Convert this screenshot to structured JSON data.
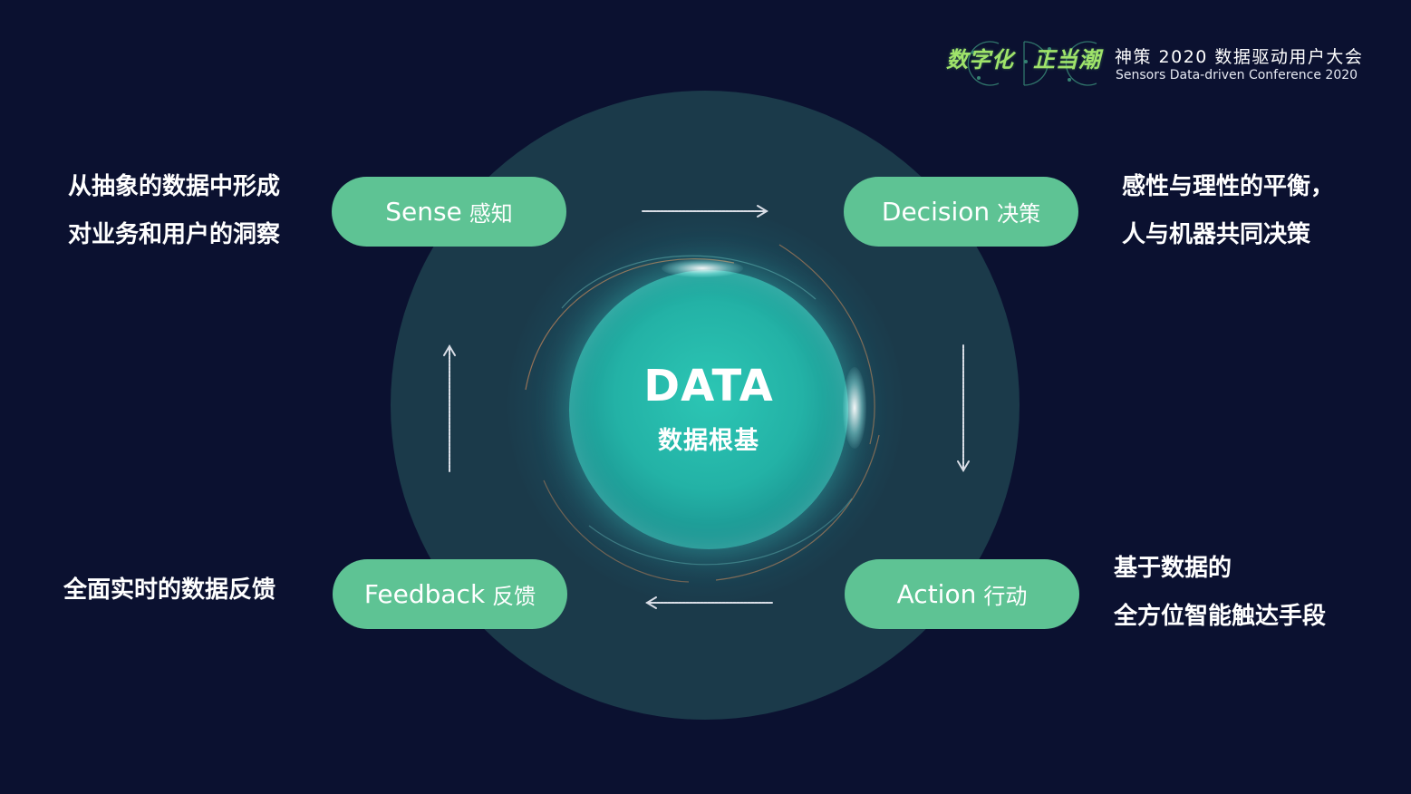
{
  "header": {
    "logo_word_1": "数字化",
    "logo_word_2": "正当潮",
    "conference_title": "神策 2020 数据驱动用户大会",
    "conference_subtitle": "Sensors Data-driven Conference 2020"
  },
  "center": {
    "title": "DATA",
    "subtitle": "数据根基"
  },
  "stages": {
    "sense": {
      "label_en": "Sense",
      "label_cn": "感知",
      "description": [
        "从抽象的数据中形成",
        "对业务和用户的洞察"
      ]
    },
    "decision": {
      "label_en": "Decision",
      "label_cn": "决策",
      "description": [
        "感性与理性的平衡，",
        "人与机器共同决策"
      ]
    },
    "action": {
      "label_en": "Action",
      "label_cn": "行动",
      "description": [
        "基于数据的",
        "全方位智能触达手段"
      ]
    },
    "feedback": {
      "label_en": "Feedback",
      "label_cn": "反馈",
      "description": [
        "全面实时的数据反馈"
      ]
    }
  },
  "colors": {
    "background": "#0b1130",
    "backdrop_circle": "#1b3a4a",
    "pill": "#5ec394",
    "core": "#23b2a6",
    "logo_green": "#9fe36a",
    "text": "#ffffff"
  },
  "icons": {
    "flow_arrows": [
      "arrow-right-icon",
      "arrow-down-icon",
      "arrow-left-icon",
      "arrow-up-icon"
    ]
  }
}
